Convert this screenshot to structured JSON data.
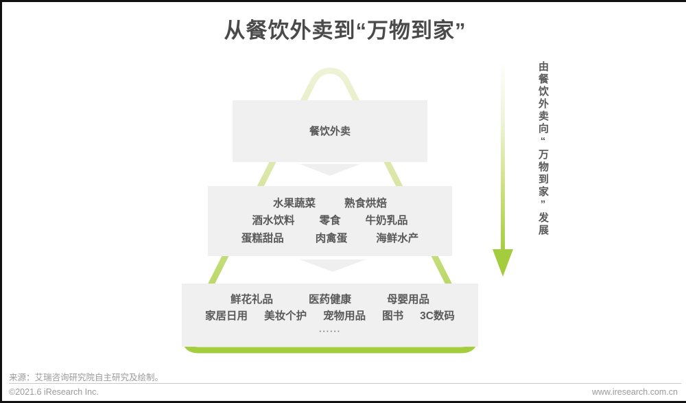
{
  "title": "从餐饮外卖到“万物到家”",
  "pyramid": {
    "tiers": [
      {
        "name": "top",
        "rows": [
          {
            "cells": [
              "餐饮外卖"
            ]
          }
        ]
      },
      {
        "name": "middle",
        "rows": [
          {
            "cells": [
              "水果蔬菜",
              "熟食烘焙"
            ]
          },
          {
            "cells": [
              "酒水饮料",
              "零食",
              "牛奶乳品"
            ]
          },
          {
            "cells": [
              "蛋糕甜品",
              "肉禽蛋",
              "海鲜水产"
            ]
          }
        ]
      },
      {
        "name": "bottom",
        "rows": [
          {
            "cells": [
              "鲜花礼品",
              "医药健康",
              "母婴用品"
            ]
          },
          {
            "cells": [
              "家居日用",
              "美妆个护",
              "宠物用品",
              "图书",
              "3C数码"
            ]
          }
        ],
        "ellipsis": "······"
      }
    ]
  },
  "arrow_caption": "由餐饮外卖向“万物到家”发展",
  "footer": {
    "source": "来源：艾瑞咨询研究院自主研究及绘制。",
    "copyright": "©2021.6 iResearch Inc.",
    "website": "www.iresearch.com.cn"
  },
  "colors": {
    "green_bright": "#a8cf45",
    "green_pale": "#e4ecc0",
    "tier_fill": "#f0f0f0",
    "text_gray": "#585858",
    "title_gray": "#4a4a4a",
    "footer_gray": "#9a9a9a"
  }
}
